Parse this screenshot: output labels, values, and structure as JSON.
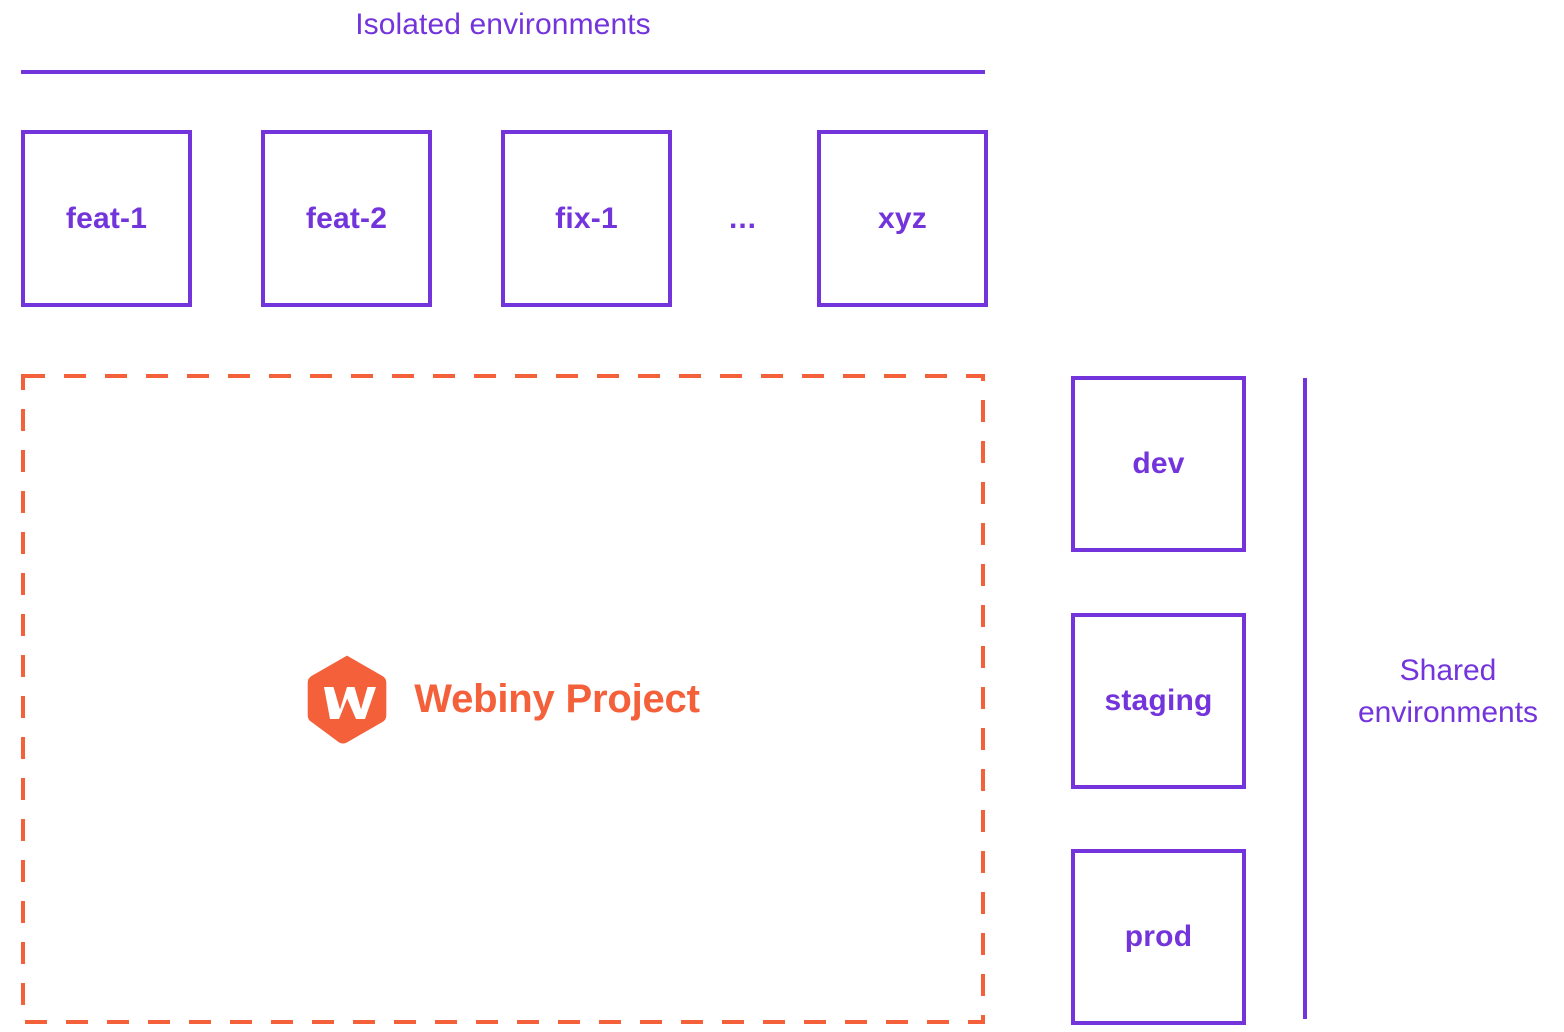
{
  "diagram": {
    "title_left": "Isolated environments",
    "title_right_line1": "Shared",
    "title_right_line2": "environments",
    "colors": {
      "purple": "#7434DC",
      "orange": "#F4603A",
      "background": "#FFFFFF"
    }
  },
  "isolated": {
    "heading": "Isolated environments",
    "boxes": [
      {
        "label": "feat-1"
      },
      {
        "label": "feat-2"
      },
      {
        "label": "fix-1"
      },
      {
        "label": "xyz"
      }
    ],
    "ellipsis": "..."
  },
  "project": {
    "logo_letter": "W",
    "name": "Webiny Project"
  },
  "shared": {
    "heading_line1": "Shared",
    "heading_line2": "environments",
    "boxes": [
      {
        "label": "dev"
      },
      {
        "label": "staging"
      },
      {
        "label": "prod"
      }
    ]
  }
}
